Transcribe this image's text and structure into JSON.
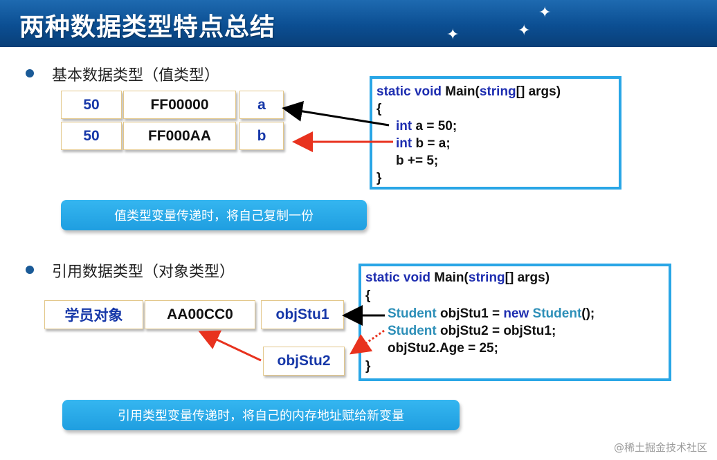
{
  "header": {
    "title": "两种数据类型特点总结"
  },
  "section_value": {
    "label": "基本数据类型（值类型）",
    "rows": [
      {
        "value": "50",
        "address": "FF00000",
        "name": "a"
      },
      {
        "value": "50",
        "address": "FF000AA",
        "name": "b"
      }
    ],
    "code": {
      "line1_kw": "static void",
      "line1_rest": " Main(",
      "line1_type": "string",
      "line1_end": "[] args)",
      "line2": "{",
      "line3_kw": "int",
      "line3_rest": " a = 50;",
      "line4_kw": "int",
      "line4_rest": " b = a;",
      "line5": "b += 5;",
      "line6": "}"
    },
    "note": "值类型变量传递时，将自己复制一份"
  },
  "section_ref": {
    "label": "引用数据类型（对象类型）",
    "object_cell": "学员对象",
    "address_cell": "AA00CC0",
    "var1": "objStu1",
    "var2": "objStu2",
    "code": {
      "line1_kw": "static void",
      "line1_rest": " Main(",
      "line1_type": "string",
      "line1_end": "[] args)",
      "line2": "{",
      "line3_type": "Student",
      "line3_mid": " objStu1 = ",
      "line3_kw": "new",
      "line3_type2": " Student",
      "line3_end": "();",
      "line4_type": "Student",
      "line4_rest": " objStu2 = objStu1;",
      "line5": "objStu2.Age = 25;",
      "line6": "}"
    },
    "note": "引用类型变量传递时，将自己的内存地址赋给新变量"
  },
  "watermark": "@稀土掘金技术社区",
  "colors": {
    "header": "#0b4e92",
    "code_border": "#29a6e6",
    "note_bg": "#1f9ee0",
    "keyword": "#1d2db0",
    "type": "#2d8fb8",
    "arrow_black": "#000000",
    "arrow_red": "#e8321e"
  }
}
